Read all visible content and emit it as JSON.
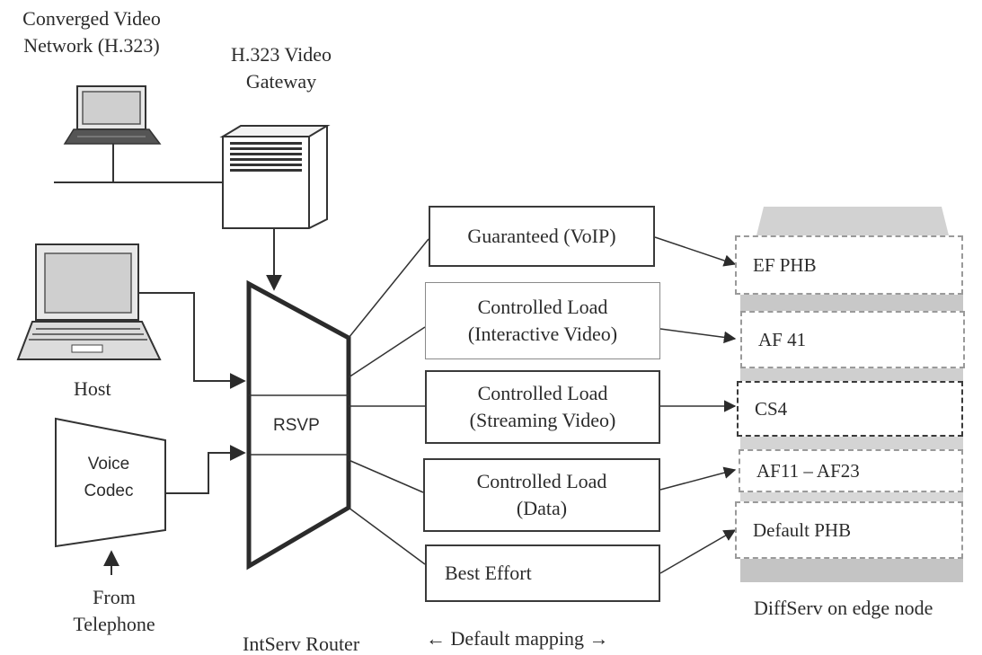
{
  "labels": {
    "converged_network_line1": "Converged Video",
    "converged_network_line2": "Network (H.323)",
    "gateway_line1": "H.323 Video",
    "gateway_line2": "Gateway",
    "host": "Host",
    "codec_line1": "Voice",
    "codec_line2": "Codec",
    "from_line1": "From",
    "from_line2": "Telephone",
    "rsvp": "RSVP",
    "router": "IntServ Router",
    "default_mapping": "← Default mapping →",
    "diffserv": "DiffServ on edge node"
  },
  "intserv_classes": [
    {
      "line1": "Guaranteed (VoIP)",
      "line2": ""
    },
    {
      "line1": "Controlled Load",
      "line2": "(Interactive Video)"
    },
    {
      "line1": "Controlled Load",
      "line2": "(Streaming Video)"
    },
    {
      "line1": "Controlled Load",
      "line2": "(Data)"
    },
    {
      "line1": "Best Effort",
      "line2": ""
    }
  ],
  "diffserv_classes": [
    {
      "label": "EF PHB"
    },
    {
      "label": "AF 41"
    },
    {
      "label": "CS4"
    },
    {
      "label": "AF11 – AF23"
    },
    {
      "label": "Default PHB"
    }
  ]
}
